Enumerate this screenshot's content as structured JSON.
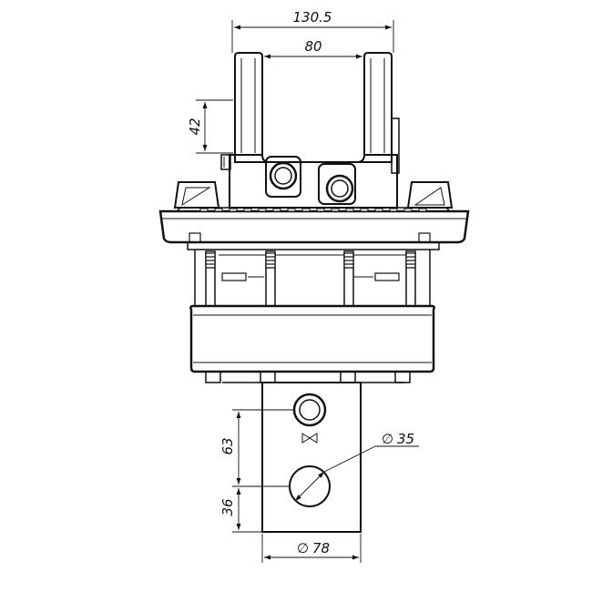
{
  "drawing": {
    "dimensions": {
      "overall_width": "130.5",
      "slot_width": "80",
      "lug_height": "42",
      "port_offset": "63",
      "bore_offset": "36",
      "bore_diameter": "35",
      "shaft_diameter": "78"
    },
    "diameter_symbol": "∅"
  }
}
